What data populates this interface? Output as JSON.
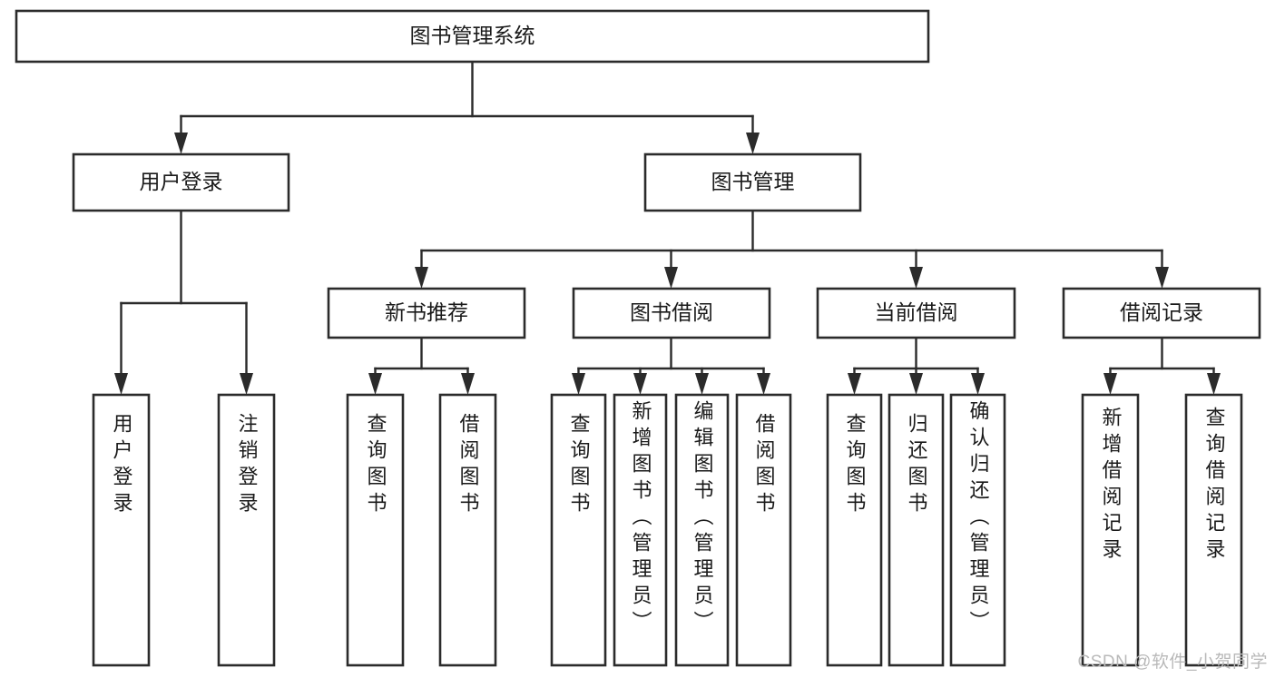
{
  "diagram": {
    "title": "图书管理系统",
    "type": "tree",
    "colors": {
      "box_fill": "#ffffff",
      "box_stroke": "#2b2b2b",
      "text": "#1a1a1a",
      "background": "#ffffff",
      "watermark": "#b9b9b9"
    },
    "root": {
      "label": "图书管理系统"
    },
    "level2": [
      {
        "label": "用户登录"
      },
      {
        "label": "图书管理"
      }
    ],
    "level3": [
      {
        "label": "新书推荐"
      },
      {
        "label": "图书借阅"
      },
      {
        "label": "当前借阅"
      },
      {
        "label": "借阅记录"
      }
    ],
    "leaves": {
      "user_login": [
        {
          "label": "用户登录"
        },
        {
          "label": "注销登录"
        }
      ],
      "new_book_recommend": [
        {
          "label": "查询图书"
        },
        {
          "label": "借阅图书"
        }
      ],
      "book_borrow": [
        {
          "label": "查询图书"
        },
        {
          "label": "新增图书（管理员）"
        },
        {
          "label": "编辑图书（管理员）"
        },
        {
          "label": "借阅图书"
        }
      ],
      "current_borrow": [
        {
          "label": "查询图书"
        },
        {
          "label": "归还图书"
        },
        {
          "label": "确认归还（管理员）"
        }
      ],
      "borrow_record": [
        {
          "label": "新增借阅记录"
        },
        {
          "label": "查询借阅记录"
        }
      ]
    }
  },
  "watermark": {
    "text": "CSDN @软件_小贺同学"
  }
}
